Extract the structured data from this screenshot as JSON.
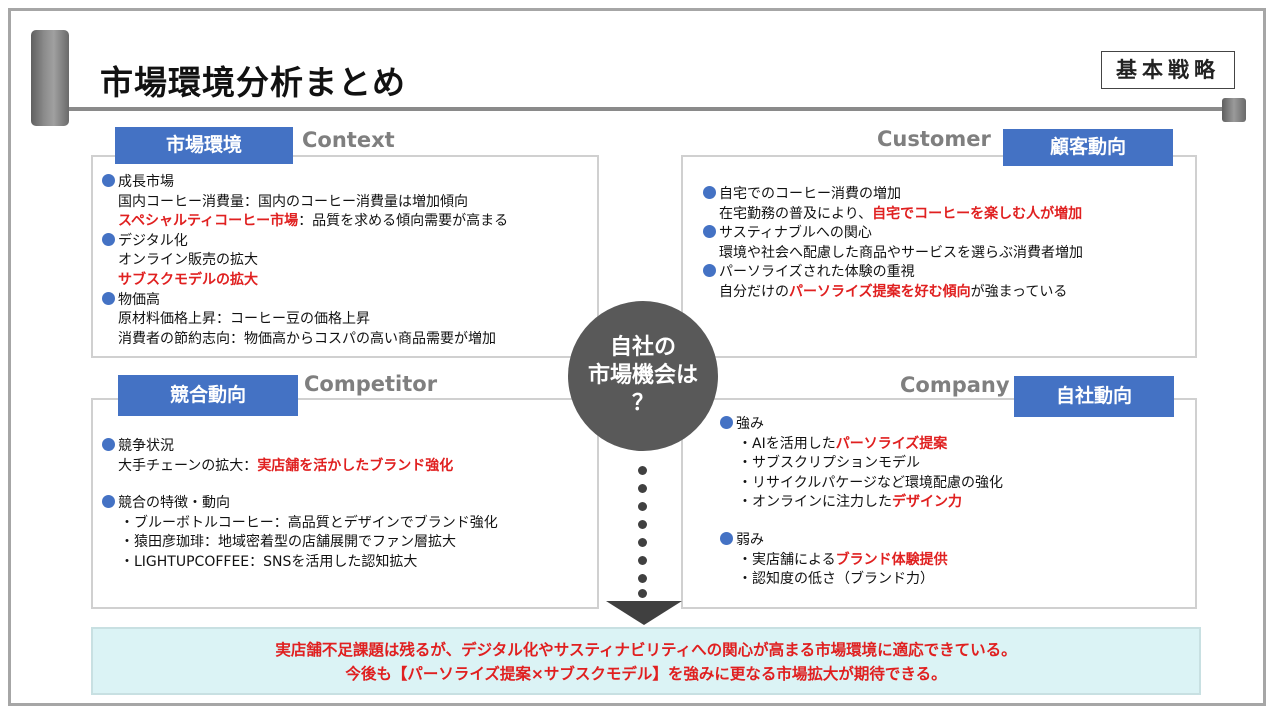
{
  "header": {
    "title": "市場環境分析まとめ",
    "badge": "基本戦略"
  },
  "context": {
    "tag": "市場環境",
    "en": "Context",
    "lines": [
      {
        "type": "bullet",
        "text": "成長市場"
      },
      {
        "type": "text",
        "text": "国内コーヒー消費量：国内のコーヒー消費量は増加傾向"
      },
      {
        "type": "mixed",
        "red": "スペシャルティコーヒー市場",
        "rest": "：品質を求める傾向需要が高まる"
      },
      {
        "type": "bullet",
        "text": "デジタル化"
      },
      {
        "type": "text",
        "text": "オンライン販売の拡大"
      },
      {
        "type": "red",
        "text": "サブスクモデルの拡大"
      },
      {
        "type": "bullet",
        "text": "物価高"
      },
      {
        "type": "text",
        "text": "原材料価格上昇：コーヒー豆の価格上昇"
      },
      {
        "type": "text",
        "text": "消費者の節約志向：物価高からコスパの高い商品需要が増加"
      }
    ]
  },
  "customer": {
    "tag": "顧客動向",
    "en": "Customer",
    "lines": [
      {
        "type": "bullet",
        "text": "自宅でのコーヒー消費の増加"
      },
      {
        "type": "mixed",
        "pre": "在宅勤務の普及により、",
        "red": "自宅でコーヒーを楽しむ人が増加"
      },
      {
        "type": "bullet",
        "text": "サスティナブルへの関心"
      },
      {
        "type": "text",
        "text": "環境や社会へ配慮した商品やサービスを選らぶ消費者増加"
      },
      {
        "type": "bullet",
        "text": "パーソライズされた体験の重視"
      },
      {
        "type": "mixed",
        "pre": "自分だけの",
        "red": "パーソライズ提案を好む傾向",
        "rest": "が強まっている"
      }
    ]
  },
  "competitor": {
    "tag": "競合動向",
    "en": "Competitor",
    "bullet1": "競争状況",
    "line1_pre": "大手チェーンの拡大：",
    "line1_red": "実店舗を活かしたブランド強化",
    "bullet2": "競合の特徴・動向",
    "items": [
      "・ブルーボトルコーヒー：高品質とデザインでブランド強化",
      "・猿田彦珈琲：地域密着型の店舗展開でファン層拡大",
      "・LIGHTUPCOFFEE：SNSを活用した認知拡大"
    ]
  },
  "company": {
    "tag": "自社動向",
    "en": "Company",
    "strengths_label": "強み",
    "strengths": [
      {
        "pre": "・AIを活用した",
        "red": "パーソライズ提案"
      },
      {
        "pre": "・サブスクリプションモデル",
        "red": ""
      },
      {
        "pre": "・リサイクルパケージなど環境配慮の強化",
        "red": ""
      },
      {
        "pre": "・オンラインに注力した",
        "red": "デザイン力"
      }
    ],
    "weak_label": "弱み",
    "weaknesses": [
      {
        "pre": "・実店舗による",
        "red": "ブランド体験提供"
      },
      {
        "pre": "・認知度の低さ（ブランド力）",
        "red": ""
      }
    ]
  },
  "center": {
    "line1": "自社の",
    "line2": "市場機会は",
    "line3": "？"
  },
  "summary": {
    "line1": "実店舗不足課題は残るが、デジタル化やサスティナビリティへの関心が高まる市場環境に適応できている。",
    "line2": "今後も【パーソライズ提案×サブスクモデル】を強みに更なる市場拡大が期待できる。"
  },
  "colors": {
    "accent_blue": "#4472c4",
    "highlight_red": "#e02020",
    "summary_bg": "#dbf3f5",
    "circle_gray": "#595959"
  }
}
